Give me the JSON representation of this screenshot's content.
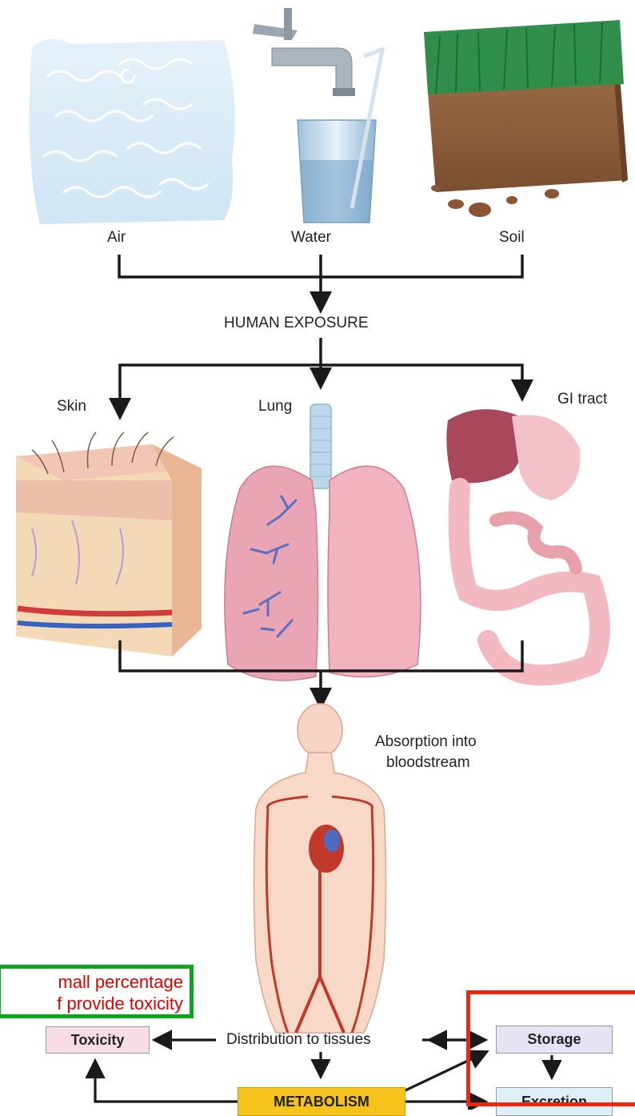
{
  "sources": {
    "air": "Air",
    "water": "Water",
    "soil": "Soil"
  },
  "exposure": "HUMAN EXPOSURE",
  "routes": {
    "skin": "Skin",
    "lung": "Lung",
    "gi": "GI tract"
  },
  "absorption": [
    "Absorption into",
    "bloodstream"
  ],
  "distribution": "Distribution to tissues",
  "toxicity": "Toxicity",
  "storage": "Storage",
  "excretion": "Excretion",
  "metabolism": "METABOLISM",
  "note": [
    "mall percentage",
    "f provide toxicity"
  ],
  "colors": {
    "toxicity_box": "#f9dde6",
    "storage_box": "#e6e3f5",
    "excretion_box": "#ddf0f7",
    "metabolism_box": "#f6c21c",
    "note_text": "#e00000",
    "note_border": "#0aa61e",
    "highlight_border": "#e62b10"
  }
}
